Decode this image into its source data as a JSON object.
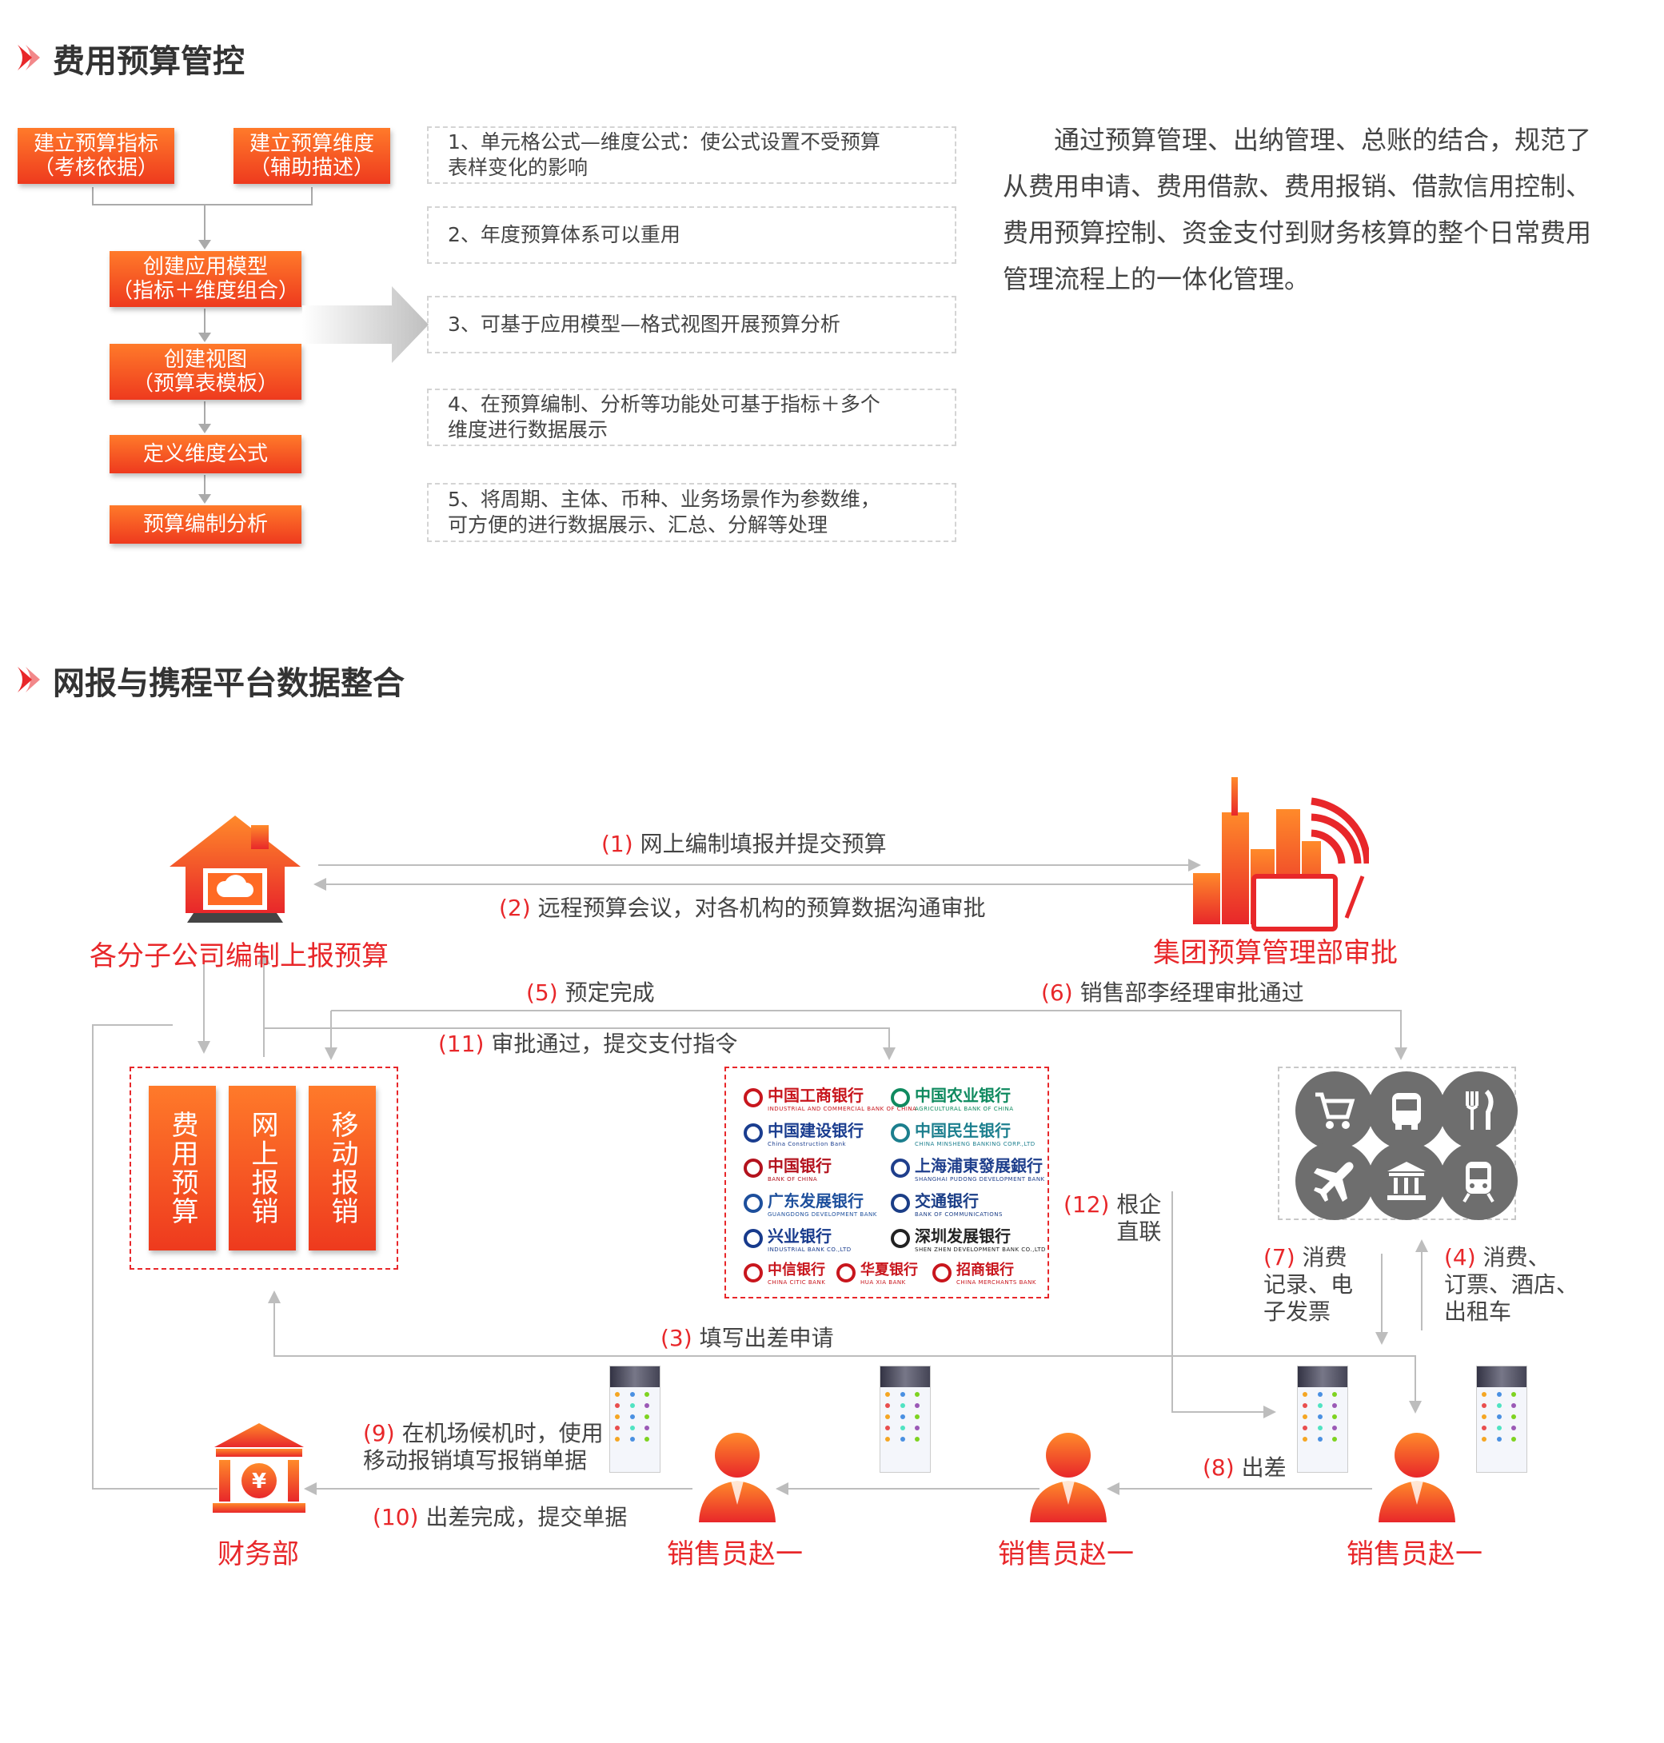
{
  "section1": {
    "title": "费用预算管控",
    "flow": {
      "box_indicator": [
        "建立预算指标",
        "（考核依据）"
      ],
      "box_dimension": [
        "建立预算维度",
        "（辅助描述）"
      ],
      "box_model": [
        "创建应用模型",
        "（指标＋维度组合）"
      ],
      "box_view": [
        "创建视图",
        "（预算表模板）"
      ],
      "box_formula": "定义维度公式",
      "box_analysis": "预算编制分析"
    },
    "points": [
      [
        "1、单元格公式—维度公式：使公式设置不受预算",
        "表样变化的影响"
      ],
      [
        "2、年度预算体系可以重用"
      ],
      [
        "3、可基于应用模型—格式视图开展预算分析"
      ],
      [
        "4、在预算编制、分析等功能处可基于指标＋多个",
        "维度进行数据展示"
      ],
      [
        "5、将周期、主体、币种、业务场景作为参数维，",
        "可方便的进行数据展示、汇总、分解等处理"
      ]
    ],
    "description": [
      "通过预算管理、出纳管理、总账的结合，规范了",
      "从费用申请、费用借款、费用报销、借款信用控制、",
      "费用预算控制、资金支付到财务核算的整个日常费用",
      "管理流程上的一体化管理。"
    ]
  },
  "section2": {
    "title": "网报与携程平台数据整合",
    "branch_label": "各分子公司编制上报预算",
    "group_label": "集团预算管理部审批",
    "finance_label": "财务部",
    "sales_labels": [
      "销售员赵一",
      "销售员赵一",
      "销售员赵一"
    ],
    "modules": [
      "费用预算",
      "网上报销",
      "移动报销"
    ],
    "steps": {
      "s1": {
        "n": "(1)",
        "t": " 网上编制填报并提交预算"
      },
      "s2": {
        "n": "(2)",
        "t": " 远程预算会议，对各机构的预算数据沟通审批"
      },
      "s3": {
        "n": "(3)",
        "t": " 填写出差申请"
      },
      "s4": {
        "n": "(4)",
        "t": [
          " 消费、",
          "订票、酒店、",
          "出租车"
        ]
      },
      "s5": {
        "n": "(5)",
        "t": " 预定完成"
      },
      "s6": {
        "n": "(6)",
        "t": " 销售部李经理审批通过"
      },
      "s7": {
        "n": "(7)",
        "t": [
          " 消费",
          "记录、电",
          "子发票"
        ]
      },
      "s8": {
        "n": "(8)",
        "t": " 出差"
      },
      "s9": {
        "n": "(9)",
        "t": [
          " 在机场候机时，使用",
          "移动报销填写报销单据"
        ]
      },
      "s10": {
        "n": "(10)",
        "t": " 出差完成，提交单据"
      },
      "s11": {
        "n": "(11)",
        "t": " 审批通过，提交支付指令"
      },
      "s12": {
        "n": "(12)",
        "t": [
          " 根企",
          "直联"
        ]
      }
    },
    "banks": [
      {
        "name": "中国工商银行",
        "en": "INDUSTRIAL AND COMMERCIAL BANK OF CHINA",
        "color": "#c8161d"
      },
      {
        "name": "中国农业银行",
        "en": "AGRICULTURAL BANK OF CHINA",
        "color": "#0f8a5f"
      },
      {
        "name": "中国建设银行",
        "en": "China Construction Bank",
        "color": "#1a3d8f"
      },
      {
        "name": "中国民生银行",
        "en": "CHINA MINSHENG BANKING CORP.,LTD",
        "color": "#1c7f8e"
      },
      {
        "name": "中国银行",
        "en": "BANK OF CHINA",
        "color": "#b3121d"
      },
      {
        "name": "上海浦東發展銀行",
        "en": "SHANGHAI PUDONG DEVELOPMENT BANK",
        "color": "#1f3f8c"
      },
      {
        "name": "广东发展银行",
        "en": "GUANGDONG DEVELOPMENT BANK",
        "color": "#1d4f9c"
      },
      {
        "name": "交通银行",
        "en": "BANK OF COMMUNICATIONS",
        "color": "#1b3e87"
      },
      {
        "name": "兴业银行",
        "en": "INDUSTRIAL BANK CO.,LTD",
        "color": "#173a8c"
      },
      {
        "name": "深圳发展银行",
        "en": "SHEN ZHEN DEVELOPMENT BANK CO.,LTD",
        "color": "#222"
      },
      {
        "name": "中信银行",
        "en": "CHINA CITIC BANK",
        "color": "#c8161d"
      },
      {
        "name": "华夏银行",
        "en": "HUA XIA BANK",
        "color": "#c8161d"
      },
      {
        "name": "招商银行",
        "en": "CHINA MERCHANTS BANK",
        "color": "#c8161d"
      }
    ],
    "service_icons": [
      "shopping-cart-icon",
      "bus-icon",
      "restaurant-icon",
      "airplane-icon",
      "bank-icon",
      "train-icon"
    ]
  },
  "colors": {
    "accent": "#e8272a",
    "orange": "#ff7a2a",
    "grey_icon": "#6e6e6e"
  }
}
